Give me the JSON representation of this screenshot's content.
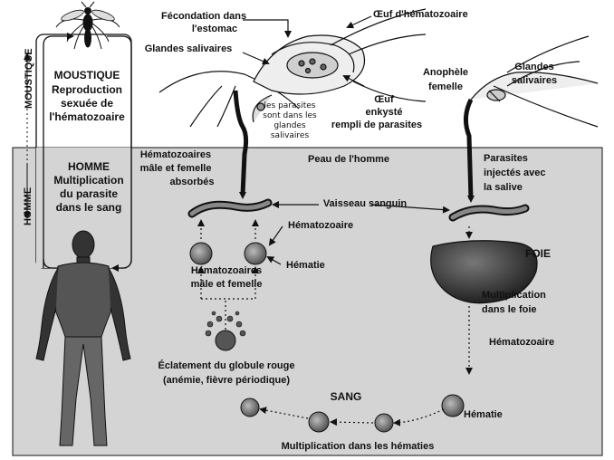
{
  "mosquito_cycle": {
    "title": "MOUSTIQUE",
    "text_lines": [
      "Reproduction",
      "sexuée de",
      "l'hématozoaire"
    ],
    "vertical_label": "MOUSTIQUE"
  },
  "human_cycle": {
    "title": "HOMME",
    "text_lines": [
      "Multiplication",
      "du parasite",
      "dans le sang"
    ],
    "vertical_label": "HOMME"
  },
  "top_labels": {
    "fecondation": [
      "Fécondation dans",
      "l'estomac"
    ],
    "oeuf_hematozoaire": "Œuf d'hématozoaire",
    "glandes_salivaires_left": "Glandes salivaires",
    "oeuf_enkyste": [
      "Œuf",
      "enkysté",
      "rempli de parasites"
    ],
    "parasites_glandes": [
      "les parasites",
      "sont dans les",
      "glandes",
      "salivaires"
    ],
    "anophele": [
      "Anophèle",
      "femelle"
    ],
    "glandes_salivaires_right": [
      "Glandes",
      "salivaires"
    ]
  },
  "skin_labels": {
    "absorbes": [
      "Hématozoaires",
      "mâle et femelle",
      "absorbés"
    ],
    "peau": "Peau de l'homme",
    "injectes": [
      "Parasites",
      "injectés avec",
      "la salive"
    ]
  },
  "blood_labels": {
    "vaisseau": "Vaisseau sanguin",
    "hematozoaire": "Hématozoaire",
    "hematie": "Hématie",
    "male_femelle": [
      "Hématozoaires",
      "mâle et femelle"
    ],
    "eclatement": [
      "Éclatement du globule rouge",
      "(anémie, fièvre périodique)"
    ]
  },
  "liver_labels": {
    "foie": "FOIE",
    "multiplication_foie": [
      "Multiplication",
      "dans le foie"
    ],
    "hematozoaire": "Hématozoaire",
    "hematie": "Hématie"
  },
  "bottom_labels": {
    "sang": "SANG",
    "multiplication_hematies": "Multiplication dans les hématies"
  },
  "colors": {
    "ink": "#111111",
    "skin_fill": "#d9d9d9",
    "liver": "#3a3a3a",
    "cell": "#777777",
    "background": "#ffffff"
  }
}
